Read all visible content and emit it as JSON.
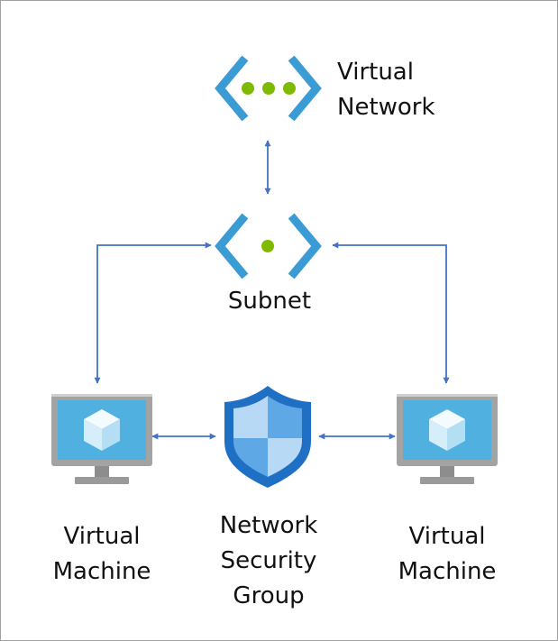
{
  "nodes": {
    "virtual_network": {
      "label_line1": "Virtual",
      "label_line2": "Network",
      "icon": "virtual-network-icon"
    },
    "subnet": {
      "label": "Subnet",
      "icon": "subnet-icon"
    },
    "vm_left": {
      "label_line1": "Virtual",
      "label_line2": "Machine",
      "icon": "virtual-machine-icon"
    },
    "nsg": {
      "label_line1": "Network",
      "label_line2": "Security",
      "label_line3": "Group",
      "icon": "shield-icon"
    },
    "vm_right": {
      "label_line1": "Virtual",
      "label_line2": "Machine",
      "icon": "virtual-machine-icon"
    }
  },
  "edges": [
    {
      "from": "virtual_network",
      "to": "subnet",
      "direction": "both"
    },
    {
      "from": "subnet",
      "to": "vm_left",
      "direction": "both"
    },
    {
      "from": "subnet",
      "to": "vm_right",
      "direction": "both"
    },
    {
      "from": "vm_left",
      "to": "nsg",
      "direction": "both"
    },
    {
      "from": "nsg",
      "to": "vm_right",
      "direction": "both"
    }
  ],
  "colors": {
    "bracket": "#3a9bd5",
    "dot": "#7fba00",
    "arrow": "#4472c4",
    "monitor_frame": "#a0a0a0",
    "screen": "#50b0e0",
    "shield_dark": "#1f6fc5",
    "shield_light": "#5ea8e5",
    "shield_pale": "#b8d9f5"
  }
}
